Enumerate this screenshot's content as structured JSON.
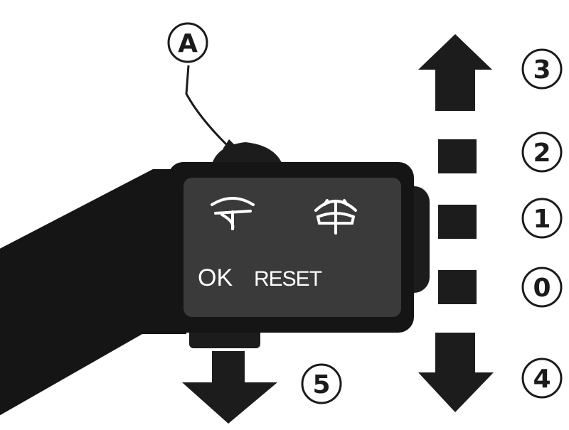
{
  "switch_face": {
    "ok_label": "OK",
    "reset_label": "RESET"
  },
  "callouts": {
    "a": "A",
    "positions": [
      {
        "id": "3",
        "label": "3"
      },
      {
        "id": "2",
        "label": "2"
      },
      {
        "id": "1",
        "label": "1"
      },
      {
        "id": "0",
        "label": "0"
      },
      {
        "id": "4",
        "label": "4"
      }
    ],
    "push": "5"
  },
  "icons": {
    "front_wiper": "windshield-wiper-icon",
    "rear_wiper": "windshield-washer-icon"
  },
  "colors": {
    "ink": "#1b1b1b",
    "lever": "#151515",
    "panel": "#3a3a3a",
    "paper": "#ffffff"
  }
}
